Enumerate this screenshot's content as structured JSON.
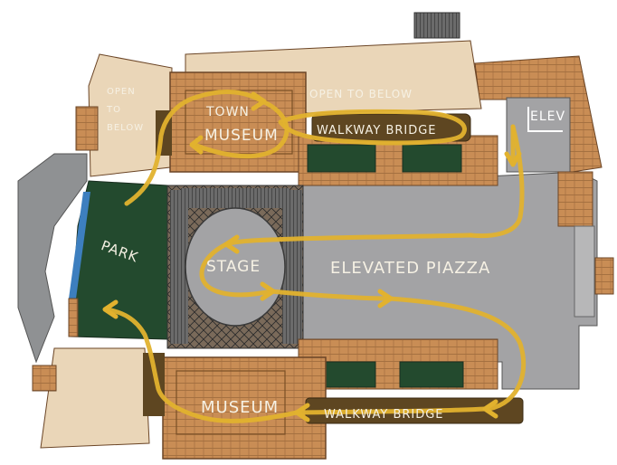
{
  "labels": {
    "open_to_below_left": [
      "OPEN",
      "TO",
      "BELOW"
    ],
    "open_to_below_top": "OPEN TO BELOW",
    "town_museum": [
      "TOWN",
      "MUSEUM"
    ],
    "walkway_bridge_top": "WALKWAY BRIDGE",
    "elev": "ELEV",
    "park": "PARK",
    "stage": "STAGE",
    "elevated_piazza": "ELEVATED PIAZZA",
    "museum": "MUSEUM",
    "walkway_bridge_bottom": "WALKWAY BRIDGE"
  },
  "colors": {
    "brick": "#c98d55",
    "brick_dark": "#8a5a2c",
    "cream": "#ead6b8",
    "park_green": "#234a2e",
    "plaza_gray": "#a3a3a5",
    "outer_gray": "#8f9193",
    "water_blue": "#3d7fbf",
    "bridge_brown": "#5e4621",
    "route_gold": "#e2b22e"
  }
}
